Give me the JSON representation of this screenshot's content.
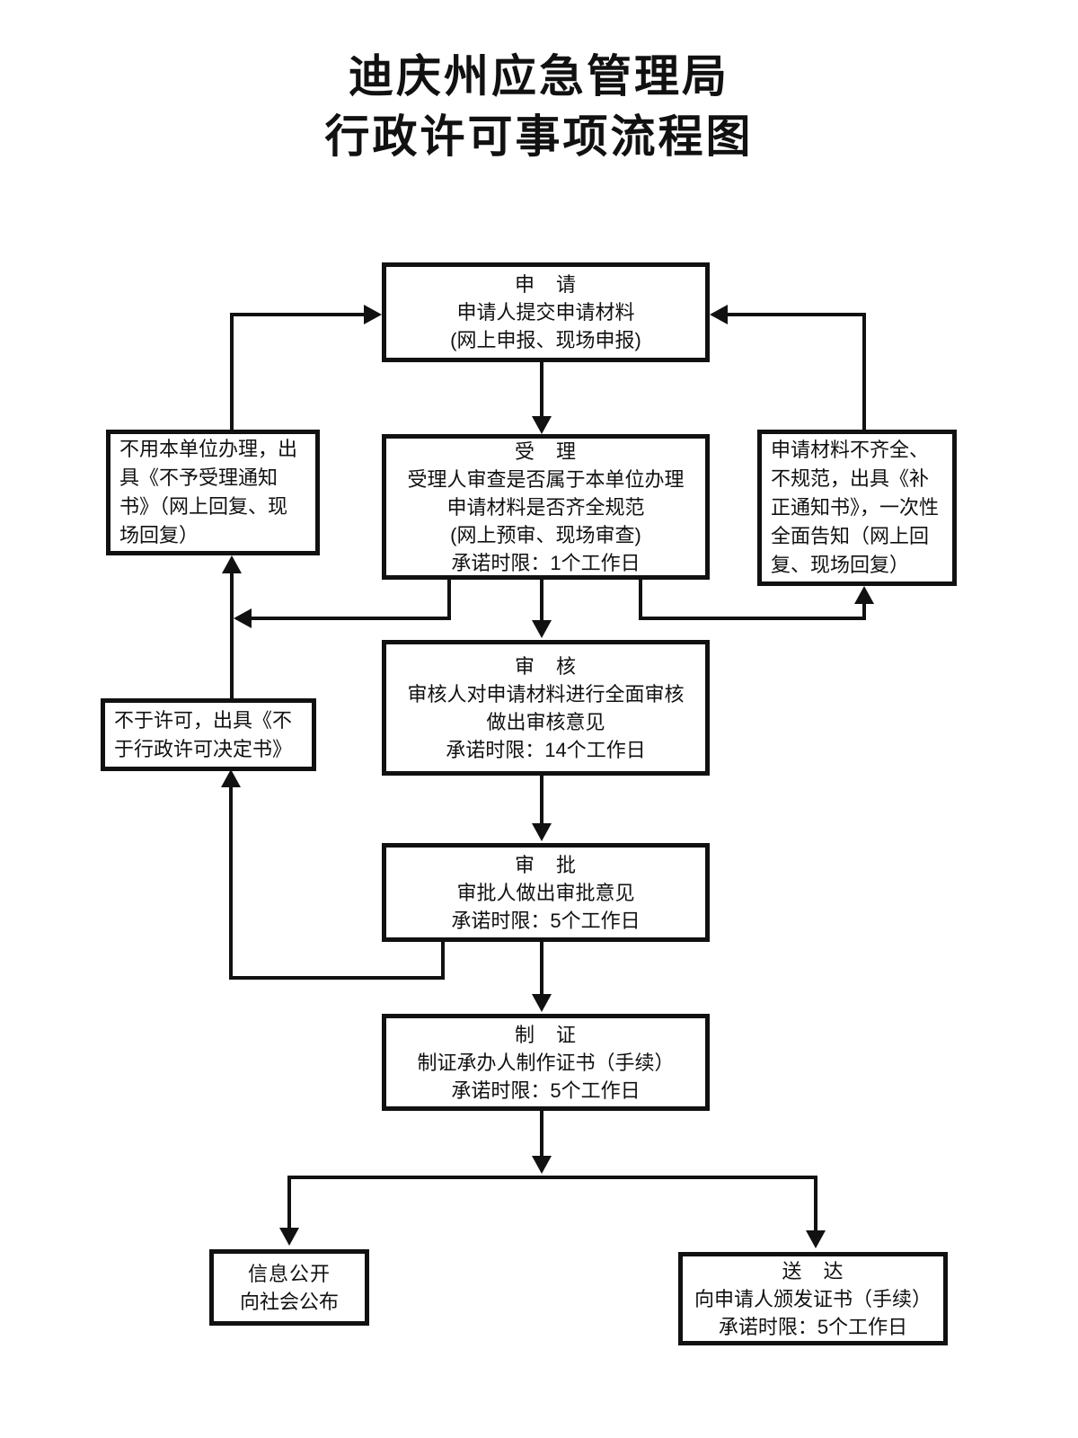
{
  "title": {
    "line1": "迪庆州应急管理局",
    "line2": "行政许可事项流程图"
  },
  "nodes": {
    "apply": {
      "title": "申　请",
      "lines": [
        "申请人提交申请材料",
        "(网上申报、现场申报)"
      ]
    },
    "accept": {
      "title": "受　理",
      "lines": [
        "受理人审查是否属于本单位办理",
        "申请材料是否齐全规范",
        "(网上预审、现场审查)",
        "承诺时限：1个工作日"
      ]
    },
    "reject_notice": {
      "text": "不用本单位办理，出具《不予受理通知书》（网上回复、现场回复）"
    },
    "supplement_notice": {
      "text": "申请材料不齐全、不规范，出具《补正通知书》，一次性全面告知（网上回复、现场回复）"
    },
    "review": {
      "title": "审　核",
      "lines": [
        "审核人对申请材料进行全面审核",
        "做出审核意见",
        "承诺时限：14个工作日"
      ]
    },
    "no_permit": {
      "text": "不于许可，出具《不于行政许可决定书》"
    },
    "approve": {
      "title": "审　批",
      "lines": [
        "审批人做出审批意见",
        "承诺时限：5个工作日"
      ]
    },
    "certify": {
      "title": "制　证",
      "lines": [
        "制证承办人制作证书（手续）",
        "承诺时限：5个工作日"
      ]
    },
    "info_public": {
      "title": "信息公开",
      "lines": [
        "向社会公布"
      ]
    },
    "deliver": {
      "title": "送　达",
      "lines": [
        "向申请人颁发证书（手续）",
        "承诺时限：5个工作日"
      ]
    }
  },
  "colors": {
    "line": "#111111",
    "box_border": "#111111",
    "background": "#ffffff",
    "text": "#111111"
  }
}
